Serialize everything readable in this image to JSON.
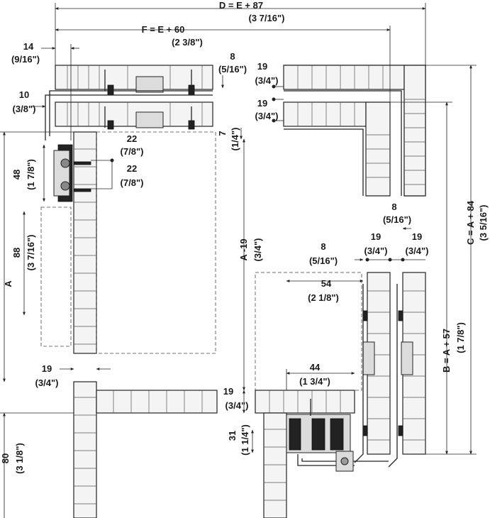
{
  "dimensions": {
    "d_total": {
      "metric": "D = E + 87",
      "imperial": "(3 7/16\")"
    },
    "f_total": {
      "metric": "F = E + 60",
      "imperial": "(2 3/8\")"
    },
    "top_left_14": {
      "metric": "14",
      "imperial": "(9/16\")"
    },
    "top_left_10": {
      "metric": "10",
      "imperial": "(3/8\")"
    },
    "top_8": {
      "metric": "8",
      "imperial": "(5/16\")"
    },
    "top_19a": {
      "metric": "19",
      "imperial": "(3/4\")"
    },
    "top_19b": {
      "metric": "19",
      "imperial": "(3/4\")"
    },
    "gap_7": {
      "metric": "7",
      "imperial": "(1/4\")"
    },
    "hinge_22a": {
      "metric": "22",
      "imperial": "(7/8\")"
    },
    "hinge_22b": {
      "metric": "22",
      "imperial": "(7/8\")"
    },
    "left_48": {
      "metric": "48",
      "imperial": "(1 7/8\")"
    },
    "left_88": {
      "metric": "88",
      "imperial": "(3 7/16\")"
    },
    "left_a": {
      "metric": "A"
    },
    "bottom_19": {
      "metric": "19",
      "imperial": "(3/4\")"
    },
    "bottom_80": {
      "metric": "80",
      "imperial": "(3 1/8\")"
    },
    "center_a19": {
      "metric": "A -19",
      "imperial": "(3/4\")"
    },
    "right_c": {
      "metric": "C = A + 84",
      "imperial": "(3 5/16\")"
    },
    "right_b": {
      "metric": "B = A + 57",
      "imperial": "(1 7/8\")"
    },
    "right_8a": {
      "metric": "8",
      "imperial": "(5/16\")"
    },
    "right_8b": {
      "metric": "8",
      "imperial": "(5/16\")"
    },
    "right_19a": {
      "metric": "19",
      "imperial": "(3/4\")"
    },
    "right_19b": {
      "metric": "19",
      "imperial": "(3/4\")"
    },
    "right_54": {
      "metric": "54",
      "imperial": "(2 1/8\")"
    },
    "right_44": {
      "metric": "44",
      "imperial": "(1 3/4\")"
    },
    "right_19c": {
      "metric": "19",
      "imperial": "(3/4\")"
    },
    "right_31": {
      "metric": "31",
      "imperial": "(1 1/4\")"
    }
  }
}
